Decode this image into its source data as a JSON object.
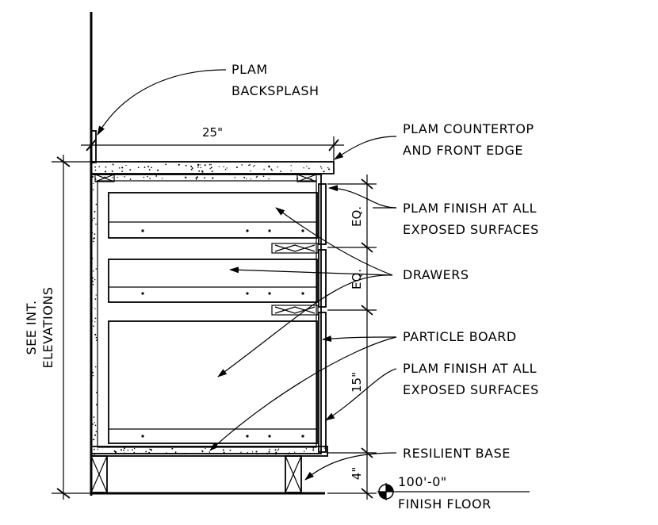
{
  "labels": {
    "backsplash_line1": "PLAM",
    "backsplash_line2": "BACKSPLASH",
    "countertop_line1": "PLAM COUNTERTOP",
    "countertop_line2": "AND FRONT EDGE",
    "finish_top_line1": "PLAM FINISH AT ALL",
    "finish_top_line2": "EXPOSED SURFACES",
    "drawers": "DRAWERS",
    "particle_board": "PARTICLE BOARD",
    "finish_bottom_line1": "PLAM FINISH AT ALL",
    "finish_bottom_line2": "EXPOSED SURFACES",
    "resilient_base": "RESILIENT BASE",
    "elevation_value": "100'-0\"",
    "finish_floor": "FINISH FLOOR",
    "side_line1": "SEE INT.",
    "side_line2": "ELEVATIONS"
  },
  "dimensions": {
    "depth": "25\"",
    "eq_top": "EQ.",
    "eq_mid": "EQ.",
    "bottom_drawer": "15\"",
    "toe_kick": "4\""
  },
  "icons": {
    "elevation_marker": "elevation-target-icon"
  }
}
